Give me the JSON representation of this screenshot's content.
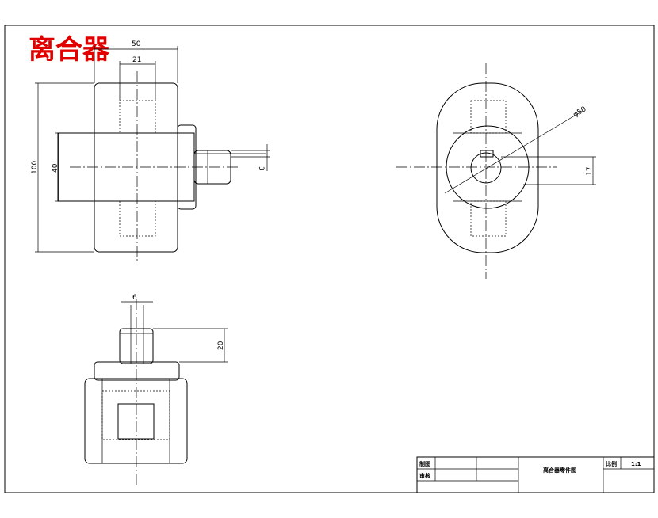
{
  "drawing": {
    "title": "离合器",
    "dimensions": {
      "d50": "50",
      "d21": "21",
      "d100": "100",
      "d40": "40",
      "d3": "3",
      "d6": "6",
      "d20": "20",
      "phi50": "φ50",
      "d17": "17"
    }
  },
  "title_block": {
    "drawn_by": "制图",
    "checked_by": "审核",
    "part_title": "离合器零件图",
    "scale_label": "比例",
    "scale_value": "1:1"
  }
}
